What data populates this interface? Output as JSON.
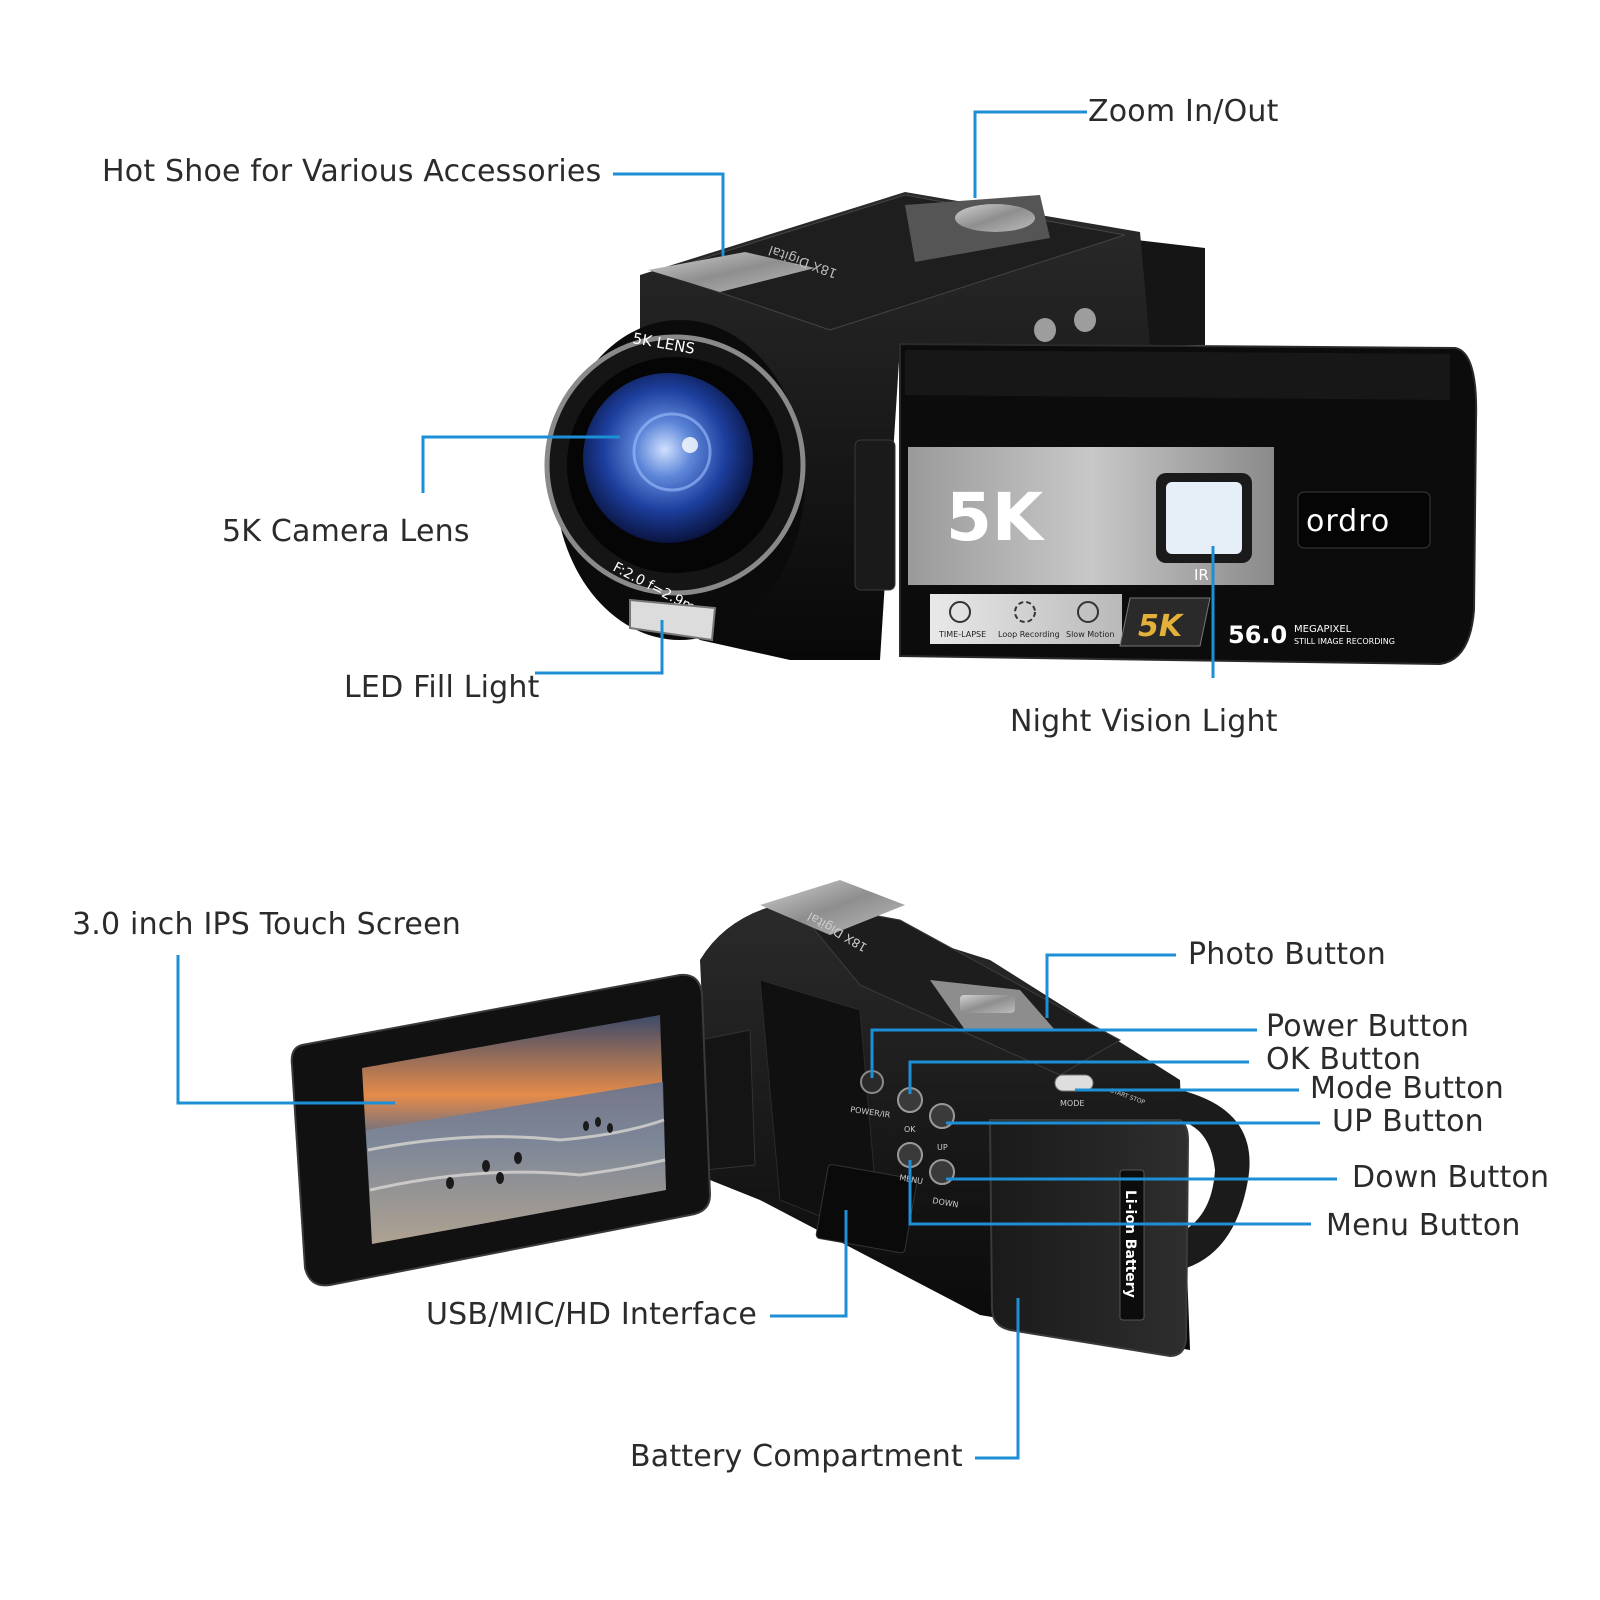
{
  "accent_color": "#1d8fd6",
  "top_camera": {
    "lens_ring_text": "5K LENS",
    "lens_spec_text": "F:2.0 f=2.9mm",
    "top_plate_text": "18X Digital",
    "badge_text": "5K",
    "ir_text": "IR",
    "brand": "ordro",
    "mode_icons": [
      "TIME-LAPSE",
      "Loop Recording",
      "Slow Motion"
    ],
    "mode_badge": "5K",
    "megapixel_value": "56.0",
    "megapixel_line1": "MEGAPIXEL",
    "megapixel_line2": "STILL IMAGE RECORDING"
  },
  "bottom_camera": {
    "top_plate_text": "18X Digital",
    "button_labels": {
      "power": "POWER/IR",
      "ok": "OK",
      "up": "UP",
      "menu": "MENU",
      "down": "DOWN",
      "mode": "MODE",
      "start": "START STOP"
    },
    "battery_text": "Li-ion Battery"
  },
  "callouts": {
    "hot_shoe": "Hot Shoe for Various Accessories",
    "zoom": "Zoom In/Out",
    "lens": "5K Camera Lens",
    "led": "LED Fill Light",
    "night_vision": "Night Vision Light",
    "screen": "3.0 inch IPS Touch Screen",
    "photo": "Photo Button",
    "power": "Power Button",
    "ok": "OK Button",
    "mode": "Mode Button",
    "up": "UP Button",
    "down": "Down Button",
    "menu": "Menu Button",
    "usb": "USB/MIC/HD Interface",
    "battery": "Battery Compartment"
  }
}
